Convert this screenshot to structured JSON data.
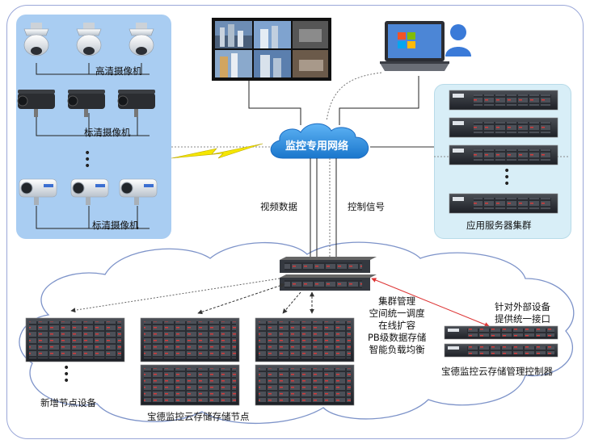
{
  "network": {
    "label": "监控专用网络"
  },
  "cameras": {
    "group1_label": "高清摄像机",
    "group2_label": "标清摄像机",
    "group3_label": "标清摄像机"
  },
  "links": {
    "video_data": "视频数据",
    "control_signal": "控制信号"
  },
  "servers": {
    "label": "应用服务器集群"
  },
  "storage": {
    "nodes_label": "宝德监控云存储存储节点",
    "new_node_label": "新增节点设备",
    "controller_label": "宝德监控云存储管理控制器",
    "features": [
      "集群管理",
      "空间统一调度",
      "在线扩容",
      "PB级数据存储",
      "智能负载均衡"
    ],
    "external_interface": [
      "针对外部设备",
      "提供统一接口"
    ]
  },
  "colors": {
    "frame": "#9aa7d8",
    "camera_panel": "#a9cdf2",
    "server_panel": "#d8eef7",
    "network_cloud": "#2e8fe0",
    "control_line": "#e05050",
    "lightning": "#f5e600"
  }
}
